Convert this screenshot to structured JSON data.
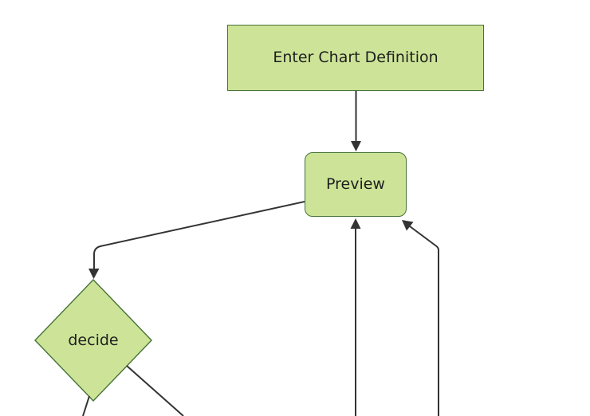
{
  "diagram": {
    "type": "flowchart",
    "colors": {
      "background": "#ffffff",
      "node_fill": "#cde498",
      "node_border": "#467337",
      "line_color": "#333333",
      "text_color": "#1f1f1f"
    },
    "nodes": [
      {
        "id": "enter-chart-definition",
        "label": "Enter Chart Definition",
        "shape": "rectangle"
      },
      {
        "id": "preview",
        "label": "Preview",
        "shape": "rounded-rectangle"
      },
      {
        "id": "decide",
        "label": "decide",
        "shape": "diamond"
      }
    ],
    "edges": [
      {
        "from": "enter-chart-definition",
        "to": "preview",
        "arrow": "true"
      },
      {
        "from": "preview",
        "to": "decide",
        "arrow": "true"
      },
      {
        "from": "offscreen-bottom-center",
        "to": "preview",
        "arrow": "true"
      },
      {
        "from": "offscreen-bottom-right",
        "to": "preview",
        "arrow": "true"
      },
      {
        "from": "decide",
        "to": "offscreen-bottom-left",
        "arrow": "false"
      },
      {
        "from": "decide",
        "to": "offscreen-bottom",
        "arrow": "false"
      }
    ]
  }
}
